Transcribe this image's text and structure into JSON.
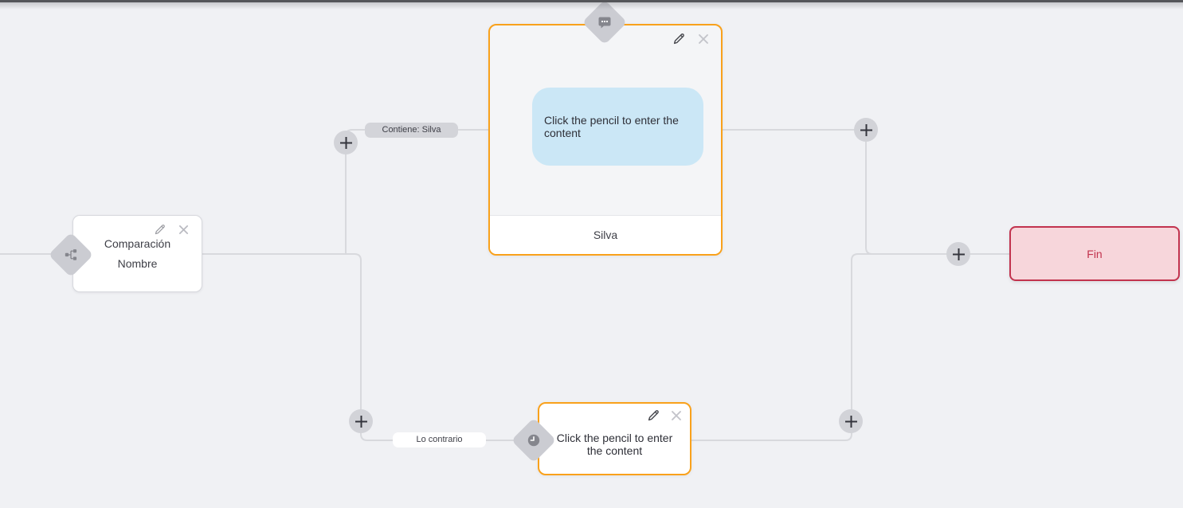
{
  "canvas": {
    "background_color": "#f0f1f4",
    "wire_color": "#d8d9dd",
    "top_border_color": "#55565a"
  },
  "edge_labels": {
    "condition": "Contiene: Silva",
    "otherwise": "Lo contrario"
  },
  "nodes": {
    "comparison": {
      "title_line1": "Comparación",
      "title_line2": "Nombre",
      "type_icon": "branch-icon"
    },
    "message": {
      "bubble_text": "Click the pencil to enter the content",
      "reply_label": "Silva",
      "type_icon": "chat-bubble-icon",
      "border_color": "#f9a11b",
      "bubble_color": "#cbe7f6"
    },
    "action": {
      "placeholder_text": "Click the pencil to enter the content",
      "type_icon": "clock-icon",
      "border_color": "#f9a11b"
    },
    "end": {
      "label": "Fin",
      "border_color": "#c2334e",
      "background_color": "#f7d6db",
      "text_color": "#c2334e"
    }
  },
  "icons": {
    "edit": "pencil-icon",
    "remove": "close-icon",
    "add": "plus-icon"
  }
}
